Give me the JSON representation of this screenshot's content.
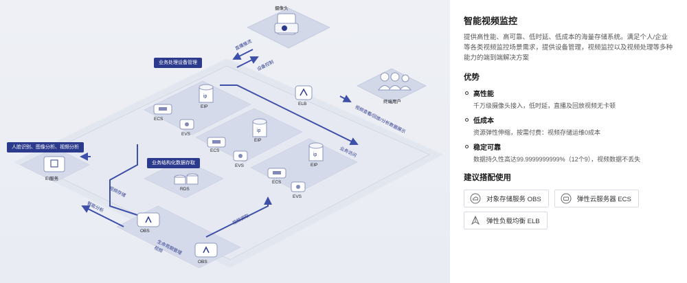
{
  "diagram": {
    "tags": {
      "business_mgmt": "业务处理设备管理",
      "face_recognition": "人脸识别、图像分析、视频分析",
      "structured_storage": "业务结构化数据存取"
    },
    "nodes": {
      "camera": "摄像头",
      "terminal_user": "终端用户",
      "elb": "ELB",
      "eip1": "EIP",
      "eip2": "EIP",
      "eip3": "EIP",
      "ecs1": "ECS",
      "ecs2": "ECS",
      "ecs3": "ECS",
      "evs1": "EVS",
      "evs2": "EVS",
      "evs3": "EVS",
      "rds": "RDS",
      "ei": "EI服务",
      "obs1": "OBS",
      "obs2": "OBS"
    },
    "flows": {
      "live_push": "直播推流",
      "device_control": "设备控制",
      "video_view": "视频查看/回放/分析数据展示",
      "business_access": "业务访问",
      "video_storage": "视频存储",
      "smart_analysis": "智能分析",
      "video_retrieve": "视频调取",
      "lifecycle": "生命周期管理视频"
    }
  },
  "panel": {
    "title": "智能视频监控",
    "description": "提供高性能、高可靠、低时延、低成本的海量存储系统。满足个人/企业等各类视频监控场景需求，提供设备管理，视频监控以及视频处理等多种能力的端到端解决方案",
    "advantages_title": "优势",
    "advantages": [
      {
        "title": "高性能",
        "desc": "千万级摄像头接入，低时延，直播及回放视频无卡顿"
      },
      {
        "title": "低成本",
        "desc": "资源弹性伸缩，按需付费：视频存储运维0成本"
      },
      {
        "title": "稳定可靠",
        "desc": "数据持久性高达99.9999999999%（12个9），视频数据不丢失"
      }
    ],
    "recommend_title": "建议搭配使用",
    "recommend": [
      {
        "label": "对象存储服务 OBS",
        "icon": "cloud-storage-icon"
      },
      {
        "label": "弹性云服务器 ECS",
        "icon": "cloud-server-icon"
      },
      {
        "label": "弹性负载均衡 ELB",
        "icon": "load-balancer-icon"
      }
    ]
  }
}
